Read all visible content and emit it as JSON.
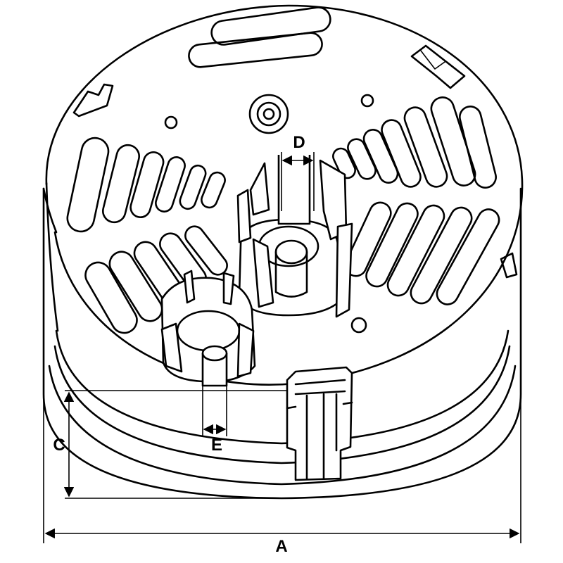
{
  "diagram": {
    "labels": {
      "a": "A",
      "c": "C",
      "d": "D",
      "e": "E"
    },
    "colors": {
      "line": "#000000",
      "background": "#ffffff"
    }
  }
}
